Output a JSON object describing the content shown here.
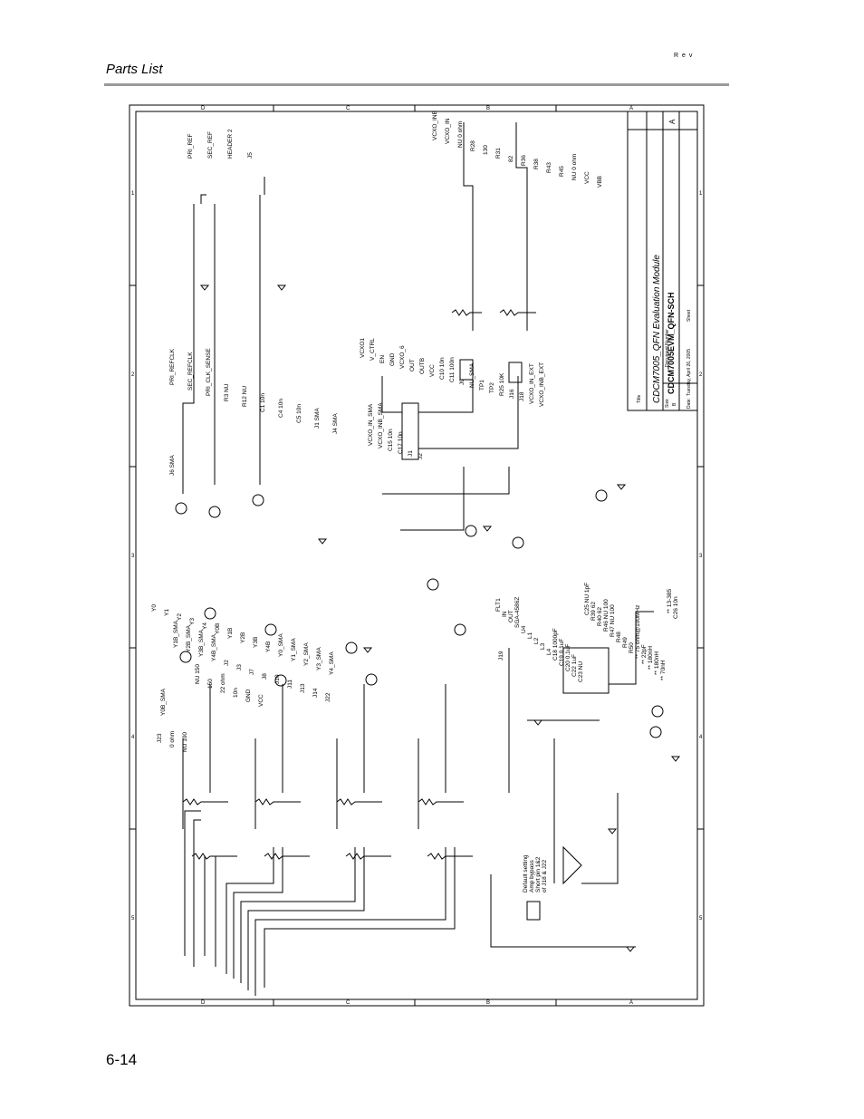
{
  "header": {
    "title": "Parts List",
    "rev_mark": "R e v"
  },
  "page_number": "6-14",
  "schematic": {
    "border_letters": [
      "D",
      "C",
      "B",
      "A"
    ],
    "border_numbers": [
      "1",
      "2",
      "3",
      "4",
      "5"
    ],
    "title_block": {
      "title_label": "Title",
      "title": "CDCM7005_QFN Evaluation Module",
      "size_label": "Size",
      "size": "B",
      "doc_label": "Document Number",
      "doc_number": "CDCM7005EVM_QFN-SCH",
      "rev": "A",
      "date_label": "Date:",
      "date": "Tuesday, April 26, 2005",
      "sheet": "Sheet"
    },
    "left_labels": [
      "PRI_REF",
      "SEC_REF",
      "HEADER 2",
      "J5"
    ],
    "vcxo_labels": [
      "VCXO_INB",
      "VCXO_IN",
      "NU 0 ohm",
      "R28",
      "130",
      "R31",
      "82",
      "R36",
      "R38",
      "R43",
      "R45",
      "NU 0 ohm",
      "VCC",
      "VBB"
    ],
    "ref_block": [
      "PRI_REFCLK",
      "SEC_REFCLK",
      "PRI_CLK_SENSE",
      "R3 NU",
      "R12 NU",
      "C1 10n",
      "C4 10n",
      "C5 10n",
      "J1 SMA",
      "J4 SMA",
      "J6 SMA"
    ],
    "vcxo_block": [
      "VCXO1",
      "V_CTRL",
      "EN",
      "GND",
      "VCXO_6",
      "OUT",
      "OUTB",
      "VCC",
      "C10 10n",
      "C11 100n",
      "J9",
      "NU_SMA",
      "TP1",
      "TP2",
      "R25 10K",
      "J16",
      "J18",
      "VCXO_IN_EXT",
      "VCXO_INB_EXT",
      "VCXO_IN_SMA",
      "VCXO_INB_SMA",
      "C15 10n",
      "C17 10n",
      "J1",
      "J2"
    ],
    "output_labels": [
      "Y0",
      "Y1",
      "Y2",
      "Y3",
      "Y4",
      "Y0B",
      "Y1B",
      "Y2B",
      "Y3B",
      "Y4B",
      "Y0_SMA",
      "Y1_SMA",
      "Y2_SMA",
      "Y3_SMA",
      "Y4_SMA",
      "Y0B_SMA",
      "Y1B_SMA",
      "Y2B_SMA",
      "Y3B_SMA",
      "Y4B_SMA",
      "J2",
      "J3",
      "J7",
      "J8",
      "J10",
      "J11",
      "J13",
      "J14",
      "J22",
      "J23",
      "0 ohm",
      "NU 100",
      "NU 150",
      "150",
      "22 ohm",
      "10n",
      "GND",
      "VCC"
    ],
    "amp_labels": [
      "FLT1",
      "IN",
      "OUT",
      "SGA-4586Z",
      "U4",
      "L1",
      "L2",
      "L3",
      "L4",
      "C18 1000pF",
      "C19 0.1uF",
      "C20 0.1uF",
      "C22 1uF",
      "C23 NU",
      "C25 NU 1pF",
      "R39 62",
      "R40 62",
      "R46 NU 100",
      "R47 NU 100",
      "R48",
      "R49",
      "R50",
      "** 75 ohm@100MHz",
      "** 22pF",
      "** 180nH",
      "** 180nH",
      "** 70nH",
      "** 13-385",
      "C26 10n",
      "J19"
    ],
    "notes": [
      "Default setting",
      "Amp bypass",
      "Short pin 1&2",
      "of J18 & J22"
    ]
  }
}
